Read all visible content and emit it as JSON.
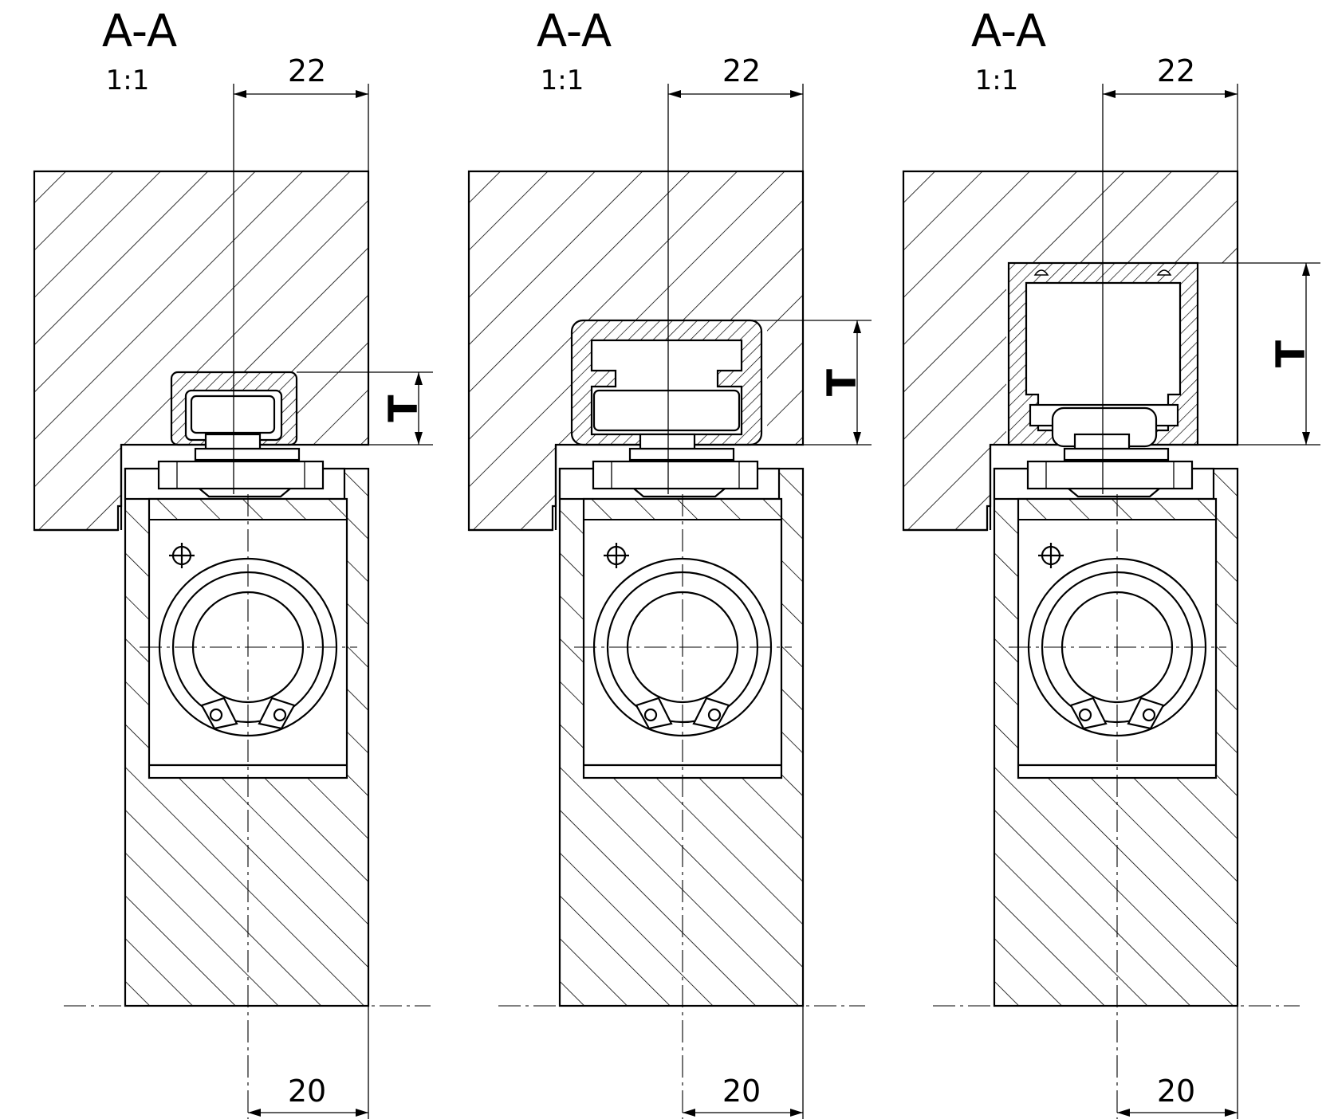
{
  "views": [
    {
      "id": "view-1",
      "title": "A-A",
      "scale": "1:1",
      "dim_top": "22",
      "dim_bottom": "20",
      "dim_depth": "T",
      "profile": "small"
    },
    {
      "id": "view-2",
      "title": "A-A",
      "scale": "1:1",
      "dim_top": "22",
      "dim_bottom": "20",
      "dim_depth": "T",
      "profile": "medium"
    },
    {
      "id": "view-3",
      "title": "A-A",
      "scale": "1:1",
      "dim_top": "22",
      "dim_bottom": "20",
      "dim_depth": "T",
      "profile": "large"
    }
  ]
}
